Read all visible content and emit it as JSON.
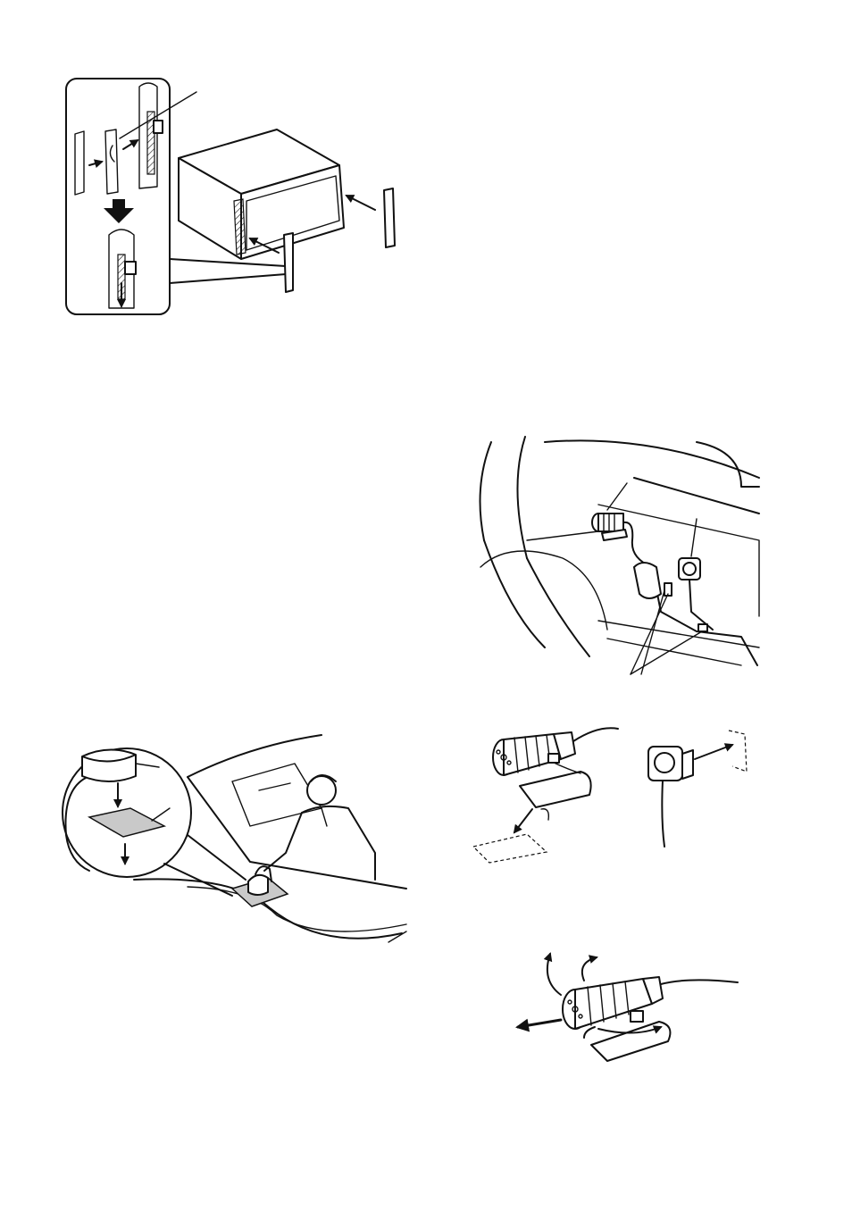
{
  "figures": [
    {
      "id": "trim-plate-installation",
      "icons": [
        "detail-callout-icon",
        "unit-icon",
        "trim-plate-icon",
        "push-arrow-icon"
      ]
    },
    {
      "id": "microphone-cable-routing",
      "icons": [
        "steering-wheel-icon",
        "microphone-icon",
        "remote-switch-icon",
        "cable-clamp-icon"
      ]
    },
    {
      "id": "gps-antenna-mounting",
      "icons": [
        "gps-antenna-icon",
        "metal-plate-icon",
        "person-icon",
        "windshield-icon"
      ]
    },
    {
      "id": "microphone-and-switch-attachment",
      "icons": [
        "microphone-icon",
        "double-sided-tape-icon",
        "remote-switch-icon"
      ]
    },
    {
      "id": "microphone-angle-adjustment",
      "icons": [
        "microphone-icon",
        "rotate-arrow-icon",
        "pull-arrow-icon"
      ]
    }
  ],
  "colors": {
    "line": "#111111",
    "fill": "#ffffff",
    "shade": "#c9c9c9"
  }
}
